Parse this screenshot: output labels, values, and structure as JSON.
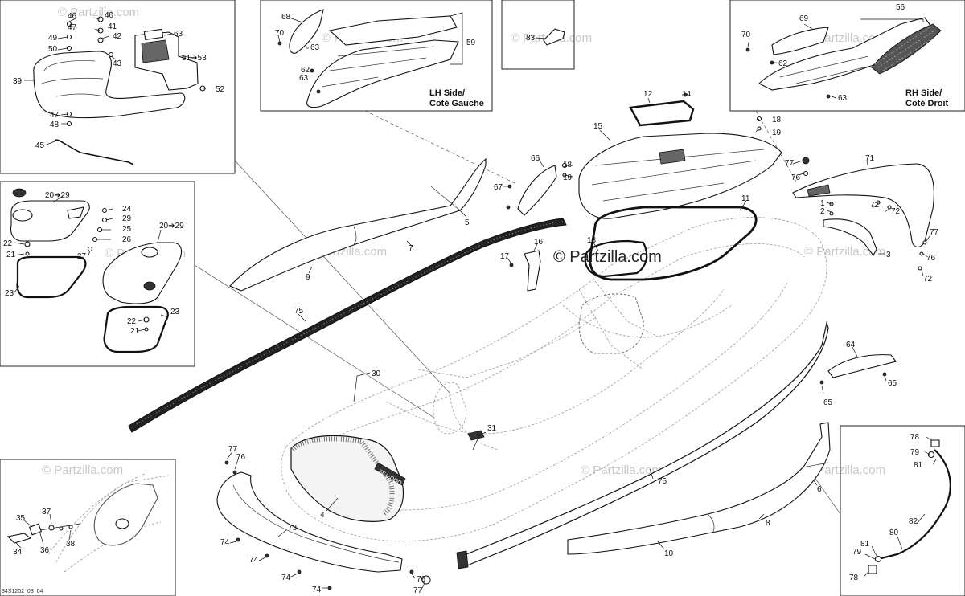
{
  "diagram": {
    "watermark_text": "© Partzilla.com",
    "center_watermark": "© Partzilla.com",
    "reference_code": "34S1202_03_04",
    "lh_side": {
      "line1": "LH Side/",
      "line2": "Coté Gauche"
    },
    "rh_side": {
      "line1": "RH Side/",
      "line2": "Coté Droit"
    },
    "brand_on_hull": "SEA-DOO",
    "callouts": {
      "c46": "46",
      "c40": "40",
      "c47a": "47",
      "c41": "41",
      "c49": "49",
      "c42": "42",
      "c63a": "63",
      "c50": "50",
      "c51": "51➔53",
      "c43": "43",
      "c39": "39",
      "c52": "52",
      "c47b": "47",
      "c48": "48",
      "c45": "45",
      "c68": "68",
      "c70a": "70",
      "c63b": "63",
      "c59": "59",
      "c62a": "62",
      "c63c": "63",
      "c83": "83",
      "c69": "69",
      "c56": "56",
      "c70b": "70",
      "c62b": "62",
      "c63d": "63",
      "c12": "12",
      "c14": "14",
      "c15": "15",
      "c18a": "18",
      "c19a": "19",
      "c18b": "18",
      "c19b": "19",
      "c66": "66",
      "c67": "67",
      "c77a": "77",
      "c76a": "76",
      "c71": "71",
      "c1": "1",
      "c2": "2",
      "c72a": "72",
      "c72b": "72",
      "c77b": "77",
      "c76b": "76",
      "c72c": "72",
      "c3": "3",
      "c11": "11",
      "c13": "13",
      "c16": "16",
      "c17": "17",
      "c5": "5",
      "c7": "7",
      "c9": "9",
      "c75a": "75",
      "c20a": "20➔29",
      "c24": "24",
      "c29": "29",
      "c25": "25",
      "c26": "26",
      "c27": "27",
      "c20b": "20➔29",
      "c22a": "22",
      "c21a": "21",
      "c23a": "23",
      "c23b": "23",
      "c22b": "22",
      "c21b": "21",
      "c30": "30",
      "c31": "31",
      "c4": "4",
      "c64": "64",
      "c65a": "65",
      "c65b": "65",
      "c77c": "77",
      "c76c": "76",
      "c73": "73",
      "c74a": "74",
      "c74b": "74",
      "c74c": "74",
      "c74d": "74",
      "c76d": "76",
      "c77d": "77",
      "c75b": "75",
      "c6": "6",
      "c8": "8",
      "c10": "10",
      "c35": "35",
      "c37": "37",
      "c34": "34",
      "c36": "36",
      "c38": "38",
      "c78a": "78",
      "c79a": "79",
      "c81a": "81",
      "c82": "82",
      "c80": "80",
      "c81b": "81",
      "c79b": "79",
      "c78b": "78"
    }
  }
}
